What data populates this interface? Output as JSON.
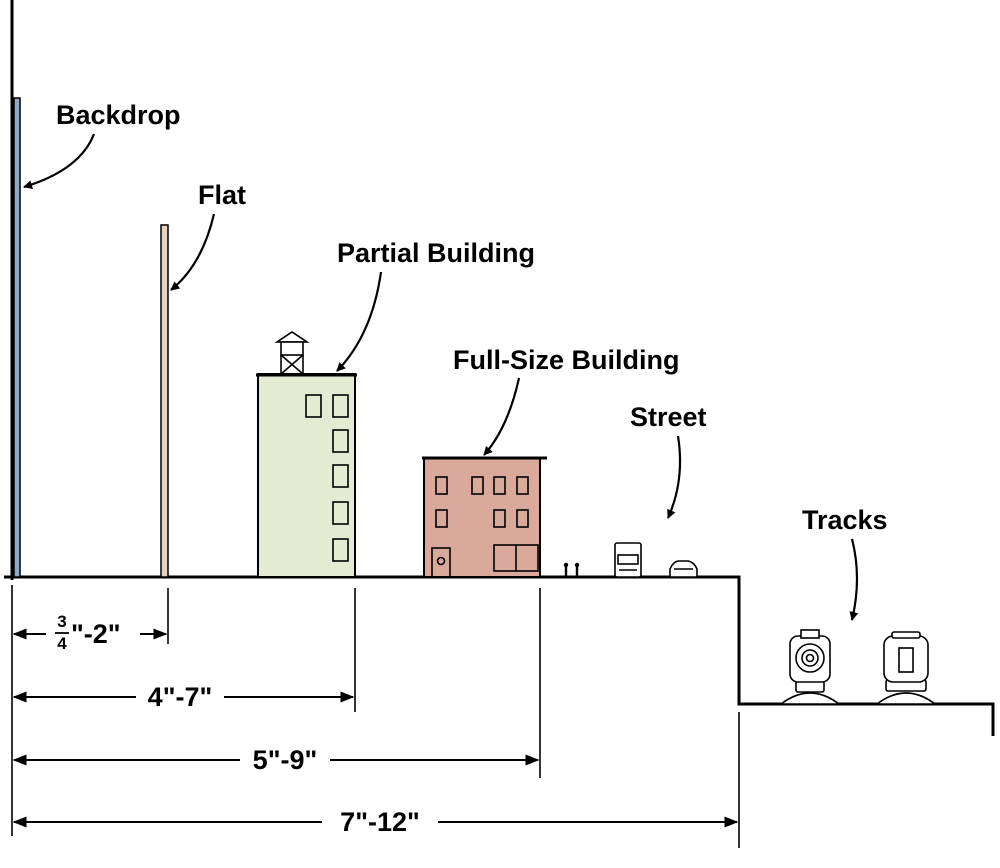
{
  "labels": {
    "backdrop": "Backdrop",
    "flat": "Flat",
    "partial_building": "Partial Building",
    "full_size_building": "Full-Size Building",
    "street": "Street",
    "tracks": "Tracks"
  },
  "dimensions": {
    "flat_num": "3",
    "flat_den": "4",
    "flat_rest": "\"-2\"",
    "partial": "4\"-7\"",
    "full_size": "5\"-9\"",
    "total": "7\"-12\""
  },
  "colors": {
    "backdrop": "#8fa9c9",
    "flat": "#e3d3c3",
    "partial_building": "#e3ecd3",
    "full_size_building": "#d9a99c",
    "ink": "#000000"
  }
}
